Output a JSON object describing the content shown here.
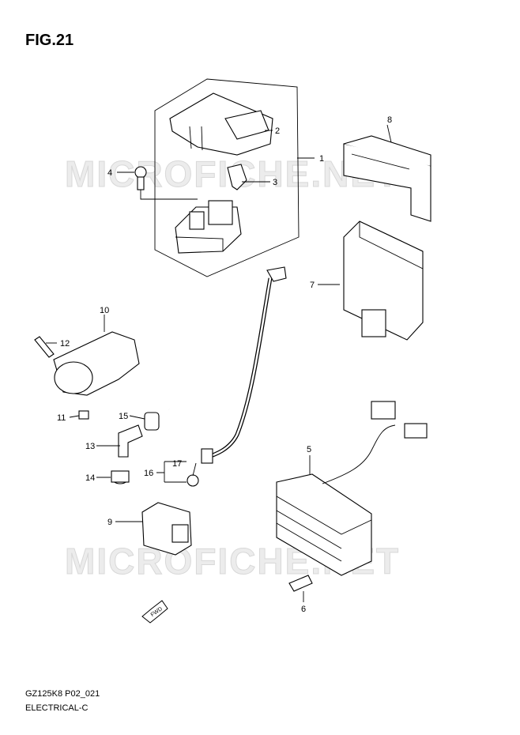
{
  "header": {
    "figure": "FIG.21"
  },
  "watermark": "MICROFICHE.NET",
  "footer": {
    "model_code": "GZ125K8 P02_021",
    "section": "ELECTRICAL-C"
  },
  "arrow_label": "FWD",
  "callouts": {
    "c1": "1",
    "c2": "2",
    "c3": "3",
    "c4": "4",
    "c5": "5",
    "c6": "6",
    "c7": "7",
    "c8": "8",
    "c9": "9",
    "c10": "10",
    "c11": "11",
    "c12": "12",
    "c13": "13",
    "c14": "14",
    "c15": "15",
    "c16": "16",
    "c17": "17"
  }
}
